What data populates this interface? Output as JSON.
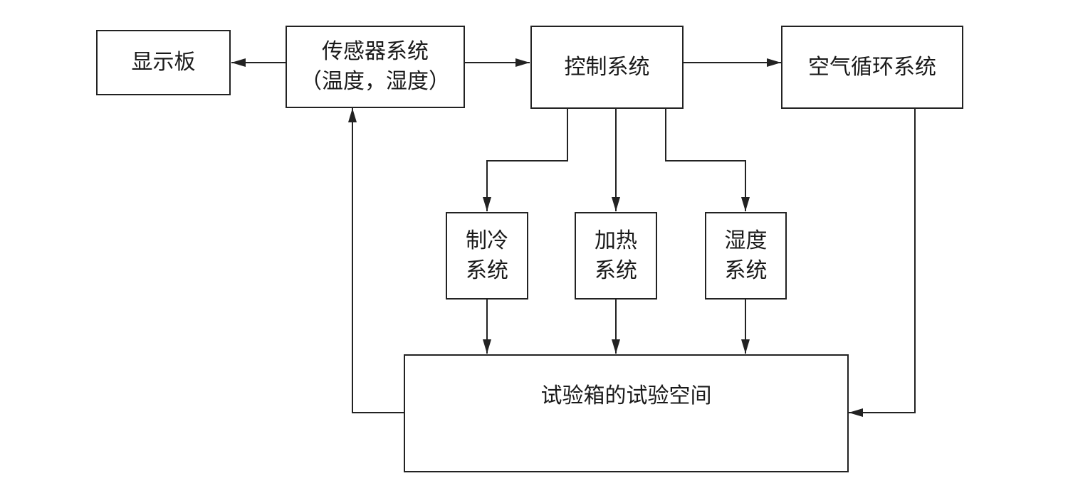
{
  "diagram": {
    "display_board": "显示板",
    "sensor_system": {
      "line1": "传感器系统",
      "line2": "（温度，湿度）"
    },
    "control_system": "控制系统",
    "air_circulation_system": "空气循环系统",
    "refrigeration_system": {
      "line1": "制冷",
      "line2": "系统"
    },
    "heating_system": {
      "line1": "加热",
      "line2": "系统"
    },
    "humidity_system": {
      "line1": "湿度",
      "line2": "系统"
    },
    "test_chamber_space": "试验箱的试验空间"
  },
  "colors": {
    "line": "#222222",
    "background": "#ffffff"
  }
}
